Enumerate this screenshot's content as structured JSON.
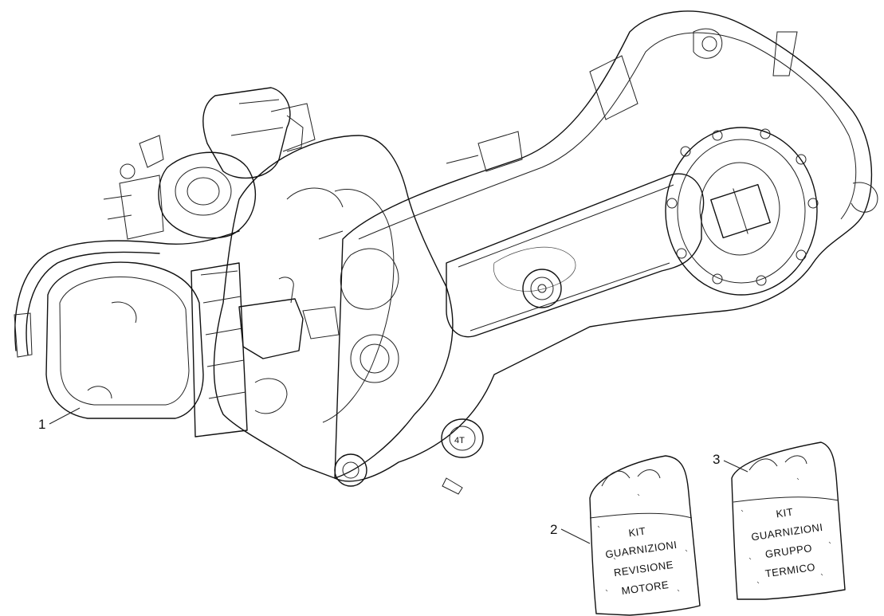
{
  "callouts": [
    {
      "label": "1"
    },
    {
      "label": "2"
    },
    {
      "label": "3"
    }
  ],
  "kits": [
    {
      "lines": [
        "KIT",
        "GUARNIZIONI",
        "REVISIONE",
        "MOTORE"
      ]
    },
    {
      "lines": [
        "KIT",
        "GUARNIZIONI",
        "GRUPPO",
        "TERMICO"
      ]
    }
  ]
}
